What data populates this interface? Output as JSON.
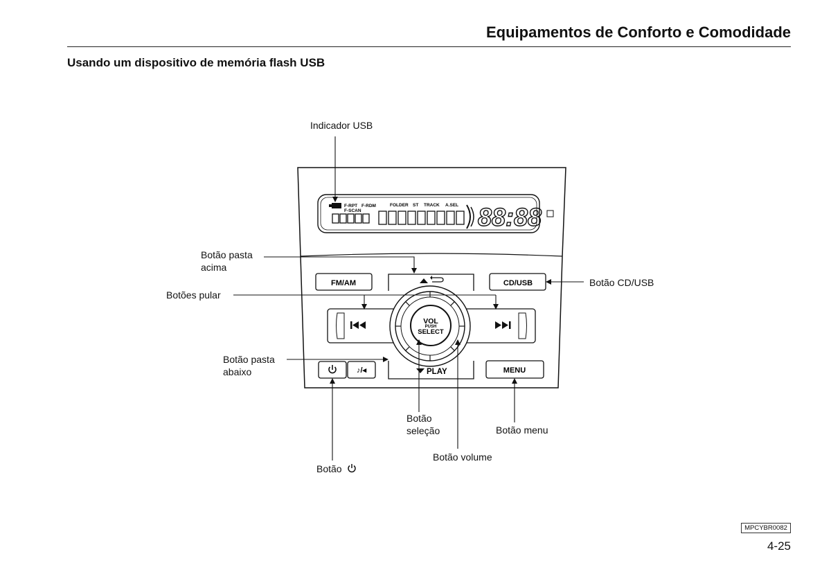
{
  "header": {
    "section_title": "Equipamentos de Conforto e Comodidade",
    "subtitle": "Usando um dispositivo de memória flash USB"
  },
  "callouts": {
    "usb_indicator": "Indicador USB",
    "folder_up_line1": "Botão pasta",
    "folder_up_line2": "acima",
    "skip_buttons": "Botões pular",
    "folder_down_line1": "Botão pasta",
    "folder_down_line2": "abaixo",
    "cd_usb_button": "Botão CD/USB",
    "select_button_line1": "Botão",
    "select_button_line2": "seleção",
    "menu_button": "Botão menu",
    "volume_button": "Botão volume",
    "power_button": "Botão"
  },
  "display": {
    "f_rpt": "F-RPT",
    "f_rdm": "F-RDM",
    "f_scan": "F-SCAN",
    "folder": "FOLDER",
    "st": "ST",
    "track": "TRACK",
    "a_sel": "A.SEL",
    "clock": "88:88"
  },
  "buttons": {
    "fm_am": "FM/AM",
    "cd_usb": "CD/USB",
    "menu": "MENU",
    "play": "PLAY",
    "vol": "VOL",
    "push": "PUSH",
    "select": "SELECT"
  },
  "icons": {
    "power": "power-icon",
    "audio": "note-speaker-icon",
    "eject_back": "eject-return-icon",
    "skip_back": "skip-back-icon",
    "skip_forward": "skip-forward-icon",
    "usb": "usb-icon"
  },
  "footer": {
    "ref_code": "MPCYBR0082",
    "page_number": "4-25"
  }
}
